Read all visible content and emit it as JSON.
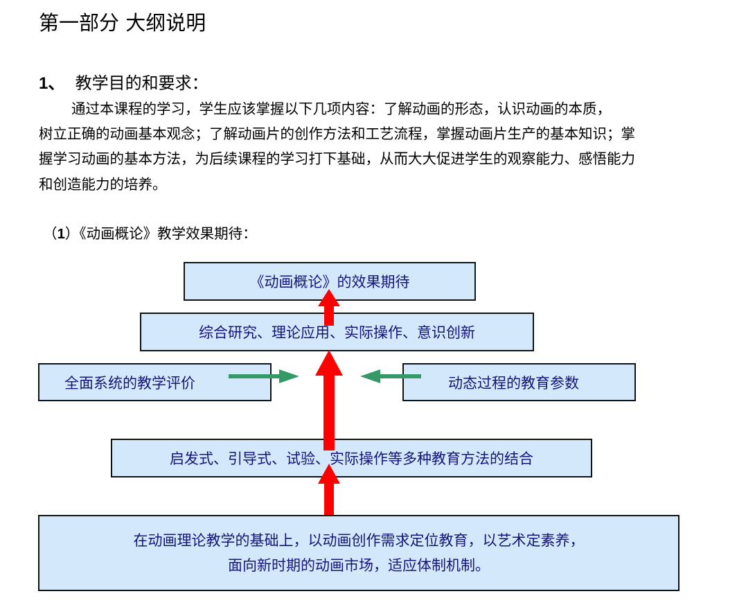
{
  "title": "第一部分  大纲说明",
  "section": {
    "number": "1、",
    "heading": "教学目的和要求："
  },
  "paragraph_lines": [
    "通过本课程的学习，学生应该掌握以下几项内容：了解动画的形态，认识动画的本质，",
    "树立正确的动画基本观念；了解动画片的创作方法和工艺流程，掌握动画片生产的基本知识；掌",
    "握学习动画的基本方法，为后续课程的学习打下基础，从而大大促进学生的观察能力、感悟能力",
    "和创造能力的培养。"
  ],
  "subsection": {
    "open": "（",
    "number": "1",
    "close": "）",
    "text": "《动画概论》教学效果期待："
  },
  "diagram": {
    "goal": "《动画概论》的效果期待",
    "integration": "综合研究、理论应用、实际操作、意识创新",
    "left_input": "全面系统的教学评价",
    "right_input": "动态过程的教育参数",
    "methods": "启发式、引导式、试验、实际操作等多种教育方法的结合",
    "foundation_lines": [
      "在动画理论教学的基础上，以动画创作需求定位教育，以艺术定素养，",
      "面向新时期的动画市场，适应体制机制。"
    ],
    "colors": {
      "box_fill": "#d4e8fb",
      "text": "#14147a",
      "up_arrow": "#ff0000",
      "side_arrow": "#339966"
    }
  }
}
